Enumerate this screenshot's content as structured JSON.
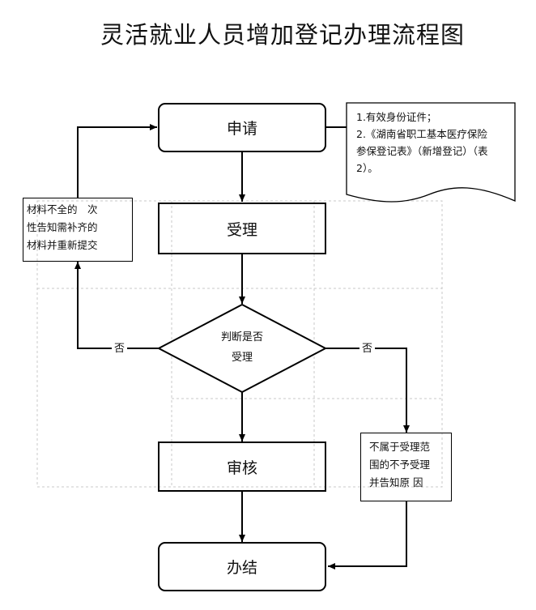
{
  "title": "灵活就业人员增加登记办理流程图",
  "nodes": {
    "apply": "申请",
    "accept": "受理",
    "judge_line1": "判断是否",
    "judge_line2": "受理",
    "review": "审核",
    "finish": "办结"
  },
  "documents": {
    "line1": "1.有效身份证件；",
    "line2": "2.《湖南省职工基本医疗保险",
    "line3": "参保登记表》（新增登记）（表",
    "line4": "2）。"
  },
  "incomplete_note": {
    "line1": "材料不全的　次",
    "line2": "性告知需补齐的",
    "line3": "材料并重新提交"
  },
  "reject_note": {
    "line1": "不属于受理范",
    "line2": "围的不予受理",
    "line3": "并告知原 因"
  },
  "edge_labels": {
    "no_left": "否",
    "no_right": "否"
  }
}
